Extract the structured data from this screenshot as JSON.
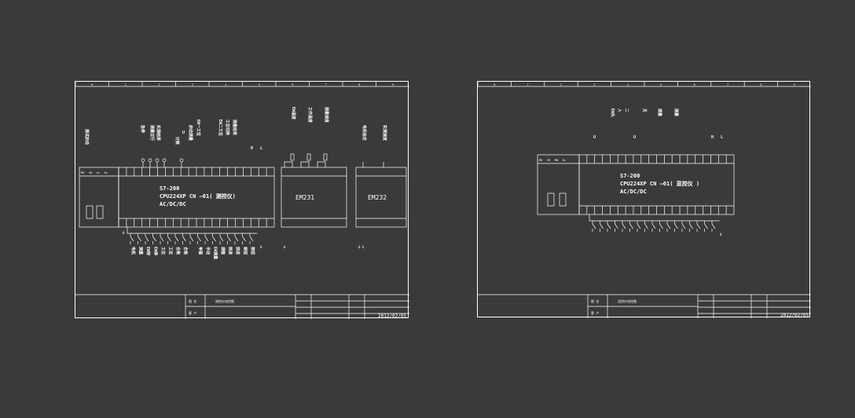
{
  "left_sheet": {
    "ruler_numbers": [
      "0",
      "1",
      "2",
      "3",
      "4",
      "5",
      "6",
      "7",
      "8",
      "9"
    ],
    "cpu_module": {
      "model": "S7-200",
      "title": "CPU224XP CN —01( 测控仪)",
      "power": "AC/DC/DC"
    },
    "em231_label": "EM231",
    "em232_label": "EM232",
    "top_left_label": "测试启动",
    "top_signal_labels": [
      "急停",
      "测量过行",
      "实测结果",
      "计数",
      "U",
      "启动测量",
      "EW一工位",
      "EW二工位",
      "工位切换",
      "测量结果"
    ],
    "analog_in_labels": [
      "EW温度",
      "工作温度",
      "测量速度"
    ],
    "em232_top_labels": [
      "电机给定",
      "实测速度"
    ],
    "bottom_labels": [
      "电机",
      "测量",
      "EW转",
      "EW停",
      "工位",
      "工位",
      "合格",
      "合格",
      "",
      "单循",
      "手动",
      "EW测量",
      "调整",
      "前进",
      "前进",
      "按钮",
      "按钮"
    ],
    "bottom_zero_labels": [
      "0",
      "0",
      "0",
      "0 U"
    ],
    "h_label": "H",
    "l_label": "L",
    "title_block": {
      "drawing_name_label": "图 名",
      "drawing_name_value": "测控仪电控图",
      "client_label": "客 户",
      "date": "2012/02/05"
    }
  },
  "right_sheet": {
    "ruler_numbers": [
      "0",
      "1",
      "2",
      "3",
      "4",
      "5",
      "6",
      "7",
      "8",
      "9"
    ],
    "cpu_module": {
      "model": "S7-200",
      "title": "CPU224XP CN —01( 显控仪 )",
      "power": "AC/DC/DC"
    },
    "top_signal_labels": [
      "U",
      "EW头",
      "入",
      "二",
      "U",
      "五",
      "测量",
      "测量"
    ],
    "h_label": "H",
    "l_label": "L",
    "bottom_zero_label": "0",
    "title_block": {
      "drawing_name_label": "图 名",
      "drawing_name_value": "显控仪电控图",
      "client_label": "客 户",
      "date": "2012/02/05"
    }
  }
}
